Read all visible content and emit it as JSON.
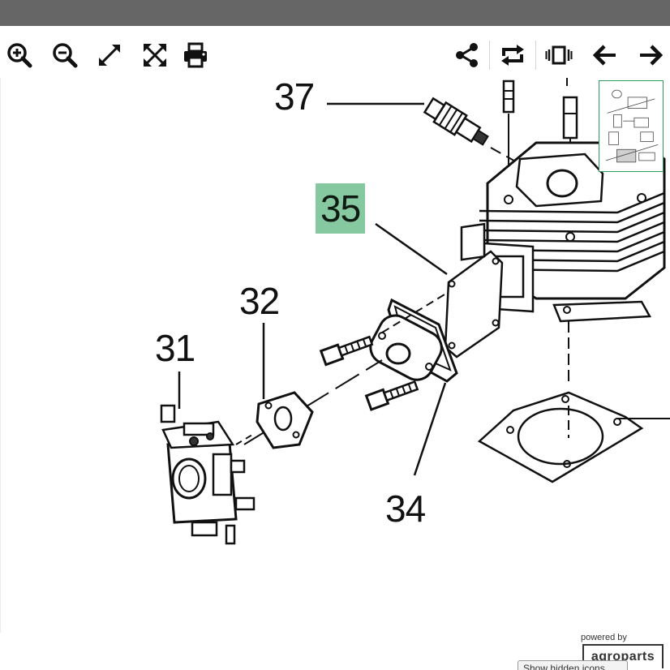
{
  "toolbar": {
    "icons": [
      "zoom-in-icon",
      "zoom-out-icon",
      "fit-expand-icon",
      "fullscreen-icon",
      "print-icon",
      "share-icon",
      "rotate-icon",
      "carousel-icon",
      "arrow-left-icon",
      "arrow-right-icon"
    ]
  },
  "diagram": {
    "callouts": [
      "37",
      "35",
      "32",
      "31",
      "34"
    ],
    "highlighted": "35",
    "highlight_color": "#86c9a1"
  },
  "footer": {
    "powered_by": "powered by",
    "logo_text": "agroparts",
    "hidden_icons_button": "Show hidden icons"
  },
  "colors": {
    "topbar": "#666666",
    "minimap_border": "#2f9e5c"
  }
}
